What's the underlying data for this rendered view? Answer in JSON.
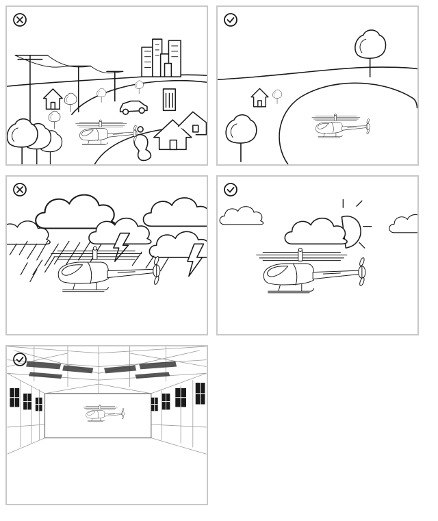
{
  "colors": {
    "line": "#1a1a1a",
    "panel_border": "#c8c8c8",
    "background": "#ffffff"
  },
  "panels": [
    {
      "id": "city-park",
      "status": "not-allowed",
      "badge_icon": "x-circle-icon"
    },
    {
      "id": "open-field",
      "status": "allowed",
      "badge_icon": "check-circle-icon"
    },
    {
      "id": "stormy-weather",
      "status": "not-allowed",
      "badge_icon": "x-circle-icon"
    },
    {
      "id": "sunny-weather",
      "status": "allowed",
      "badge_icon": "check-circle-icon"
    },
    {
      "id": "indoor-hangar",
      "status": "allowed",
      "badge_icon": "check-circle-icon"
    }
  ]
}
